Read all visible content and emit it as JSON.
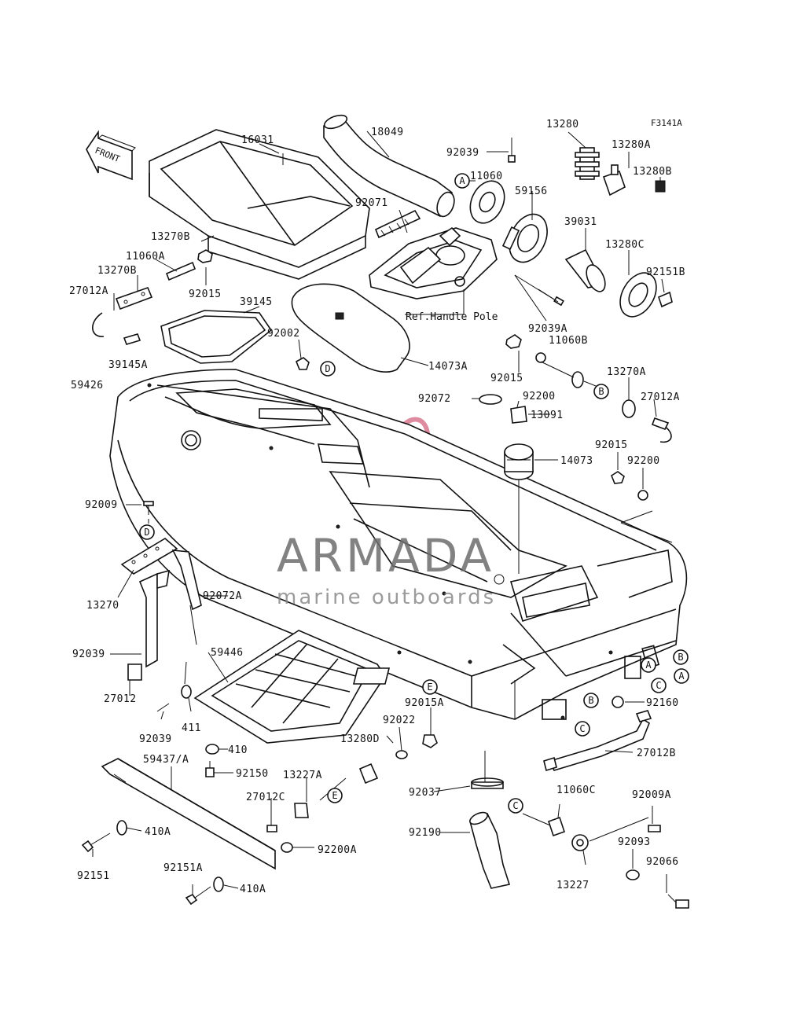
{
  "diagram_code": "F3141A",
  "front_label": "FRONT",
  "ref_note": "Ref.Handle Pole",
  "watermark": {
    "brand": "ARMADA",
    "tagline": "marine outboards",
    "logo_color": "#d9778f"
  },
  "part_numbers": [
    "16031",
    "18049",
    "92039",
    "13280",
    "13280A",
    "13280B",
    "11060",
    "59156",
    "92071",
    "39031",
    "13280C",
    "92151B",
    "13270B",
    "11060A",
    "13270B",
    "92015",
    "27012A",
    "39145",
    "92002",
    "92039A",
    "11060B",
    "14073A",
    "39145A",
    "59426",
    "92015",
    "13270A",
    "92072",
    "92200",
    "27012A",
    "13091",
    "92015",
    "92200",
    "14073",
    "92009",
    "13270",
    "92072A",
    "92039",
    "59446",
    "27012",
    "92039",
    "411",
    "410",
    "92015A",
    "92022",
    "13280D",
    "92160",
    "27012B",
    "59437/A",
    "92150",
    "13227A",
    "27012C",
    "92037",
    "11060C",
    "92009A",
    "92190",
    "410A",
    "92200A",
    "92093",
    "92151",
    "92151A",
    "13227",
    "92066",
    "410A"
  ],
  "callouts": [
    "A",
    "A",
    "A",
    "B",
    "B",
    "B",
    "C",
    "C",
    "C",
    "D",
    "D",
    "E",
    "E"
  ]
}
